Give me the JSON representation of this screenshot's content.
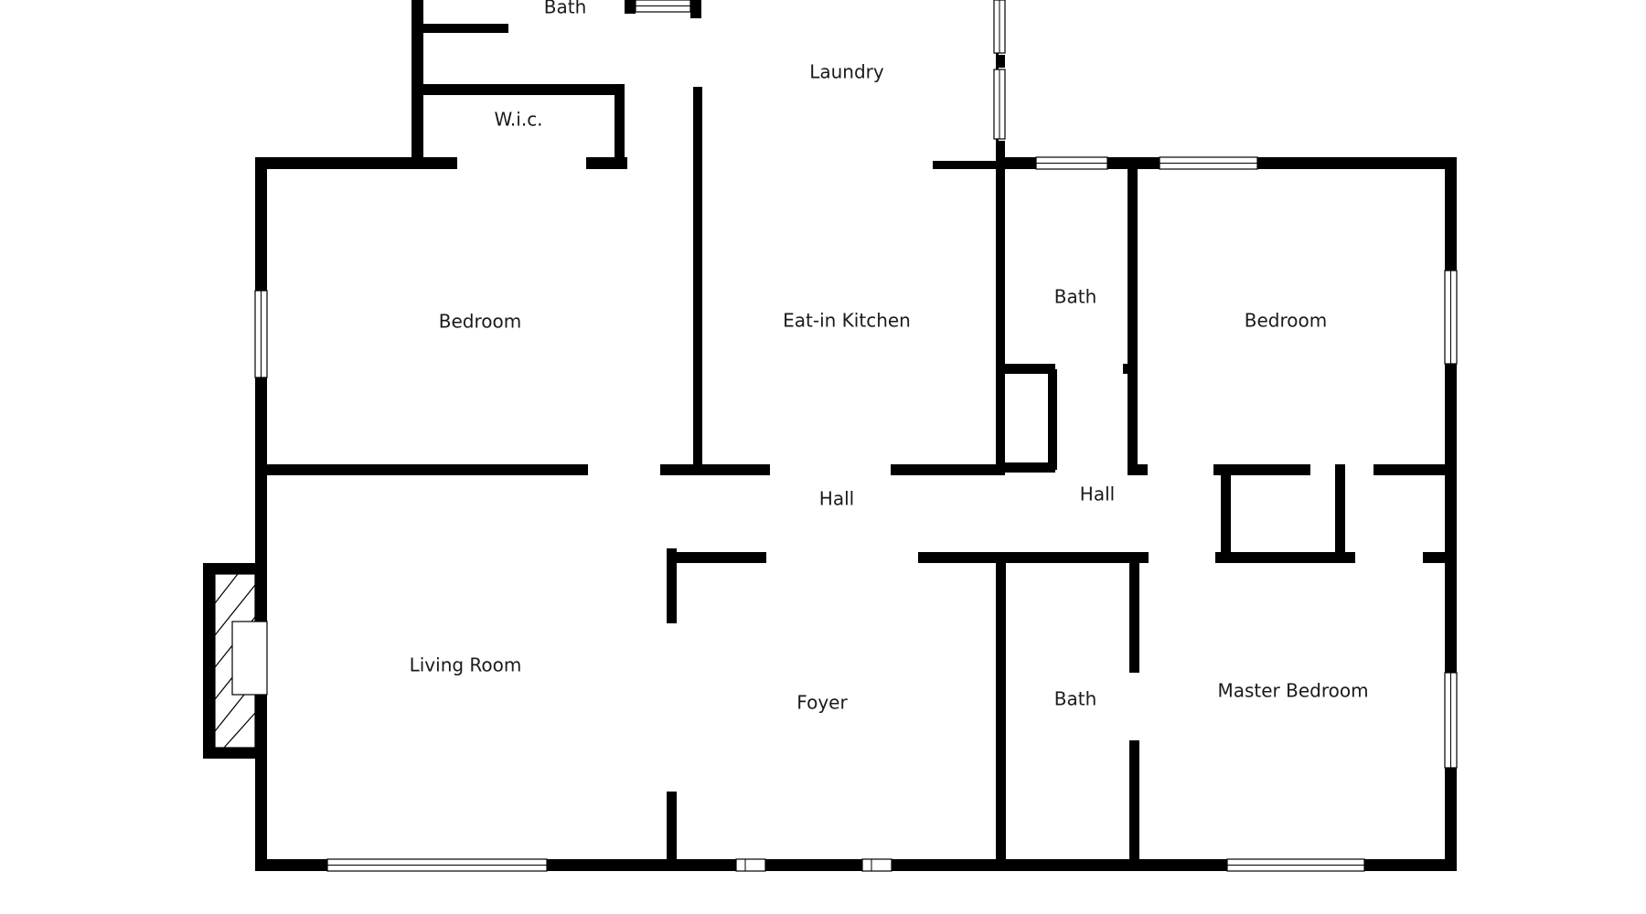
{
  "floorplan": {
    "rooms": [
      {
        "id": "bath-top",
        "label": "Bath"
      },
      {
        "id": "laundry",
        "label": "Laundry"
      },
      {
        "id": "wic",
        "label": "W.i.c."
      },
      {
        "id": "bedroom-left",
        "label": "Bedroom"
      },
      {
        "id": "kitchen",
        "label": "Eat-in Kitchen"
      },
      {
        "id": "bath-mid",
        "label": "Bath"
      },
      {
        "id": "bedroom-right",
        "label": "Bedroom"
      },
      {
        "id": "hall-left",
        "label": "Hall"
      },
      {
        "id": "hall-right",
        "label": "Hall"
      },
      {
        "id": "living",
        "label": "Living Room"
      },
      {
        "id": "foyer",
        "label": "Foyer"
      },
      {
        "id": "bath-lower",
        "label": "Bath"
      },
      {
        "id": "master",
        "label": "Master Bedroom"
      }
    ]
  },
  "colors": {
    "wall": "#000000",
    "background": "#ffffff",
    "text": "#1a1a1a"
  }
}
